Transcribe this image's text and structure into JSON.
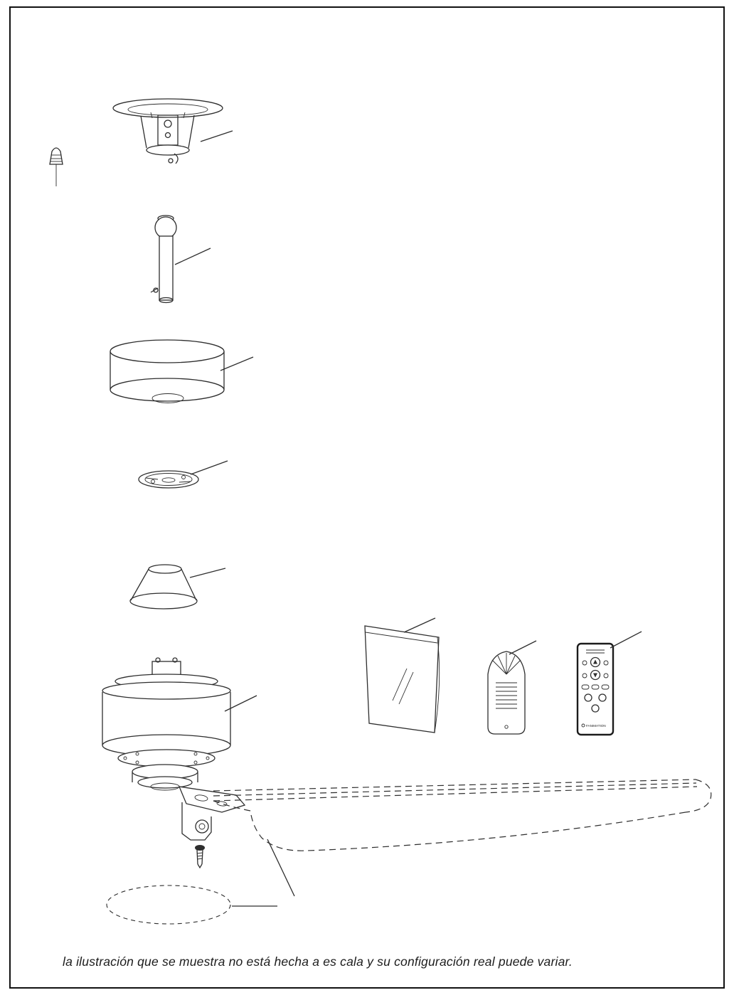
{
  "page": {
    "caption": "la ilustración que se muestra no está hecha a es cala y su configuración real puede variar."
  },
  "remote": {
    "brand": "FANIMATION"
  },
  "colors": {
    "line": "#2e2e2e",
    "border": "#111111",
    "page_background": "#ffffff"
  },
  "parts": [
    {
      "name": "wire-nut-connector"
    },
    {
      "name": "ceiling-mounting-bracket"
    },
    {
      "name": "downrod-with-ball"
    },
    {
      "name": "canopy"
    },
    {
      "name": "coupling-cover-ring"
    },
    {
      "name": "collar-cover-cone"
    },
    {
      "name": "motor-housing"
    },
    {
      "name": "blade-holder-with-screw"
    },
    {
      "name": "fan-blade-outline"
    },
    {
      "name": "bottom-cap-outline"
    },
    {
      "name": "hardware-bag"
    },
    {
      "name": "receiver-unit"
    },
    {
      "name": "remote-control"
    }
  ]
}
